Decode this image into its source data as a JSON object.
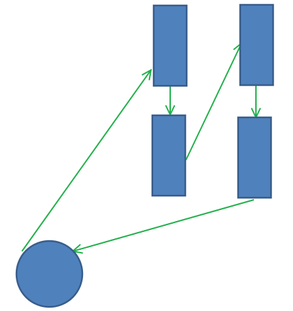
{
  "diagram": {
    "colors": {
      "shape_fill": "#4f81bd",
      "shape_stroke": "#385d8a",
      "arrow": "#22b04b",
      "background": "#ffffff"
    },
    "nodes": [
      {
        "id": "rect-top-left",
        "shape": "rectangle"
      },
      {
        "id": "rect-bottom-left",
        "shape": "rectangle"
      },
      {
        "id": "rect-top-right",
        "shape": "rectangle"
      },
      {
        "id": "rect-bottom-right",
        "shape": "rectangle"
      },
      {
        "id": "circle",
        "shape": "circle"
      }
    ],
    "edges": [
      {
        "from": "rect-top-left",
        "to": "rect-bottom-left"
      },
      {
        "from": "rect-bottom-left",
        "to": "rect-top-right"
      },
      {
        "from": "rect-top-right",
        "to": "rect-bottom-right"
      },
      {
        "from": "rect-bottom-right",
        "to": "circle"
      },
      {
        "from": "circle",
        "to": "rect-top-left"
      }
    ]
  }
}
